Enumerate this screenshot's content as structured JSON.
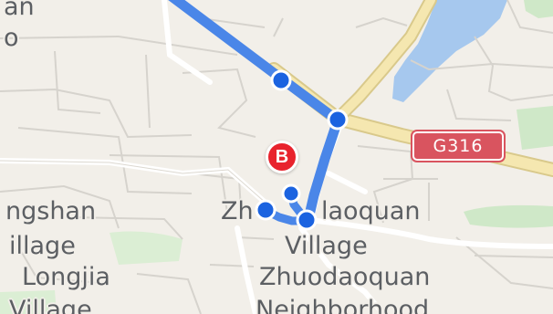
{
  "map": {
    "labels": {
      "top_left_fragment_1": "an",
      "top_left_fragment_2": "o",
      "longshan": "ngshan",
      "longshan_village": "illage",
      "longjia": "Longjia",
      "longjia_village": "Village",
      "zhuodaoquan_village_a": "Zh",
      "zhuodaoquan_village_b": "laoquan",
      "zhuodaoquan_village_line2": "Village",
      "zhuodaoquan_neighborhood": "Zhuodaoquan",
      "zhuodaoquan_neighborhood_line2": "Neighborhood"
    },
    "road_shield": "G316",
    "destination_marker": "B",
    "colors": {
      "route": "#4a86e8",
      "marker": "#e8232d",
      "shield": "#d9545f",
      "water": "#a6c8ee",
      "park": "#cfe8c8",
      "highway": "#f5e7b0"
    }
  }
}
